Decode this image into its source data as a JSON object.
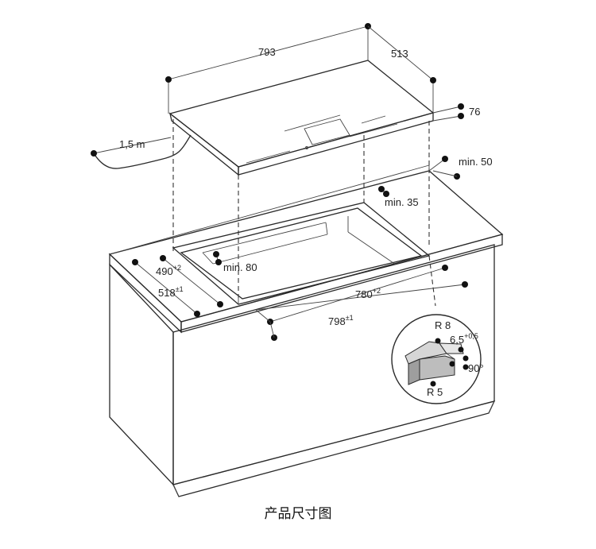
{
  "dimensions": {
    "width_top": "793",
    "depth_top": "513",
    "thickness": "76",
    "cable": "1,5 m",
    "min_back": "min. 50",
    "min_side": "min. 35",
    "min_front": "min. 80",
    "cut_depth_inner": "490",
    "cut_depth_inner_tol": "+2",
    "cut_depth_outer": "518",
    "cut_depth_outer_tol": "±1",
    "cut_width_inner": "780",
    "cut_width_inner_tol": "+2",
    "cut_width_outer": "798",
    "cut_width_outer_tol": "±1"
  },
  "detail": {
    "radius_top": "R 8",
    "radius_bottom": "R 5",
    "rebate": "6,5",
    "rebate_tol": "+0,5",
    "angle": "90°"
  },
  "caption": "产品尺寸图",
  "colors": {
    "line": "#2a2a2a",
    "fill_gray": "#bdbdbd",
    "dot": "#111111"
  }
}
